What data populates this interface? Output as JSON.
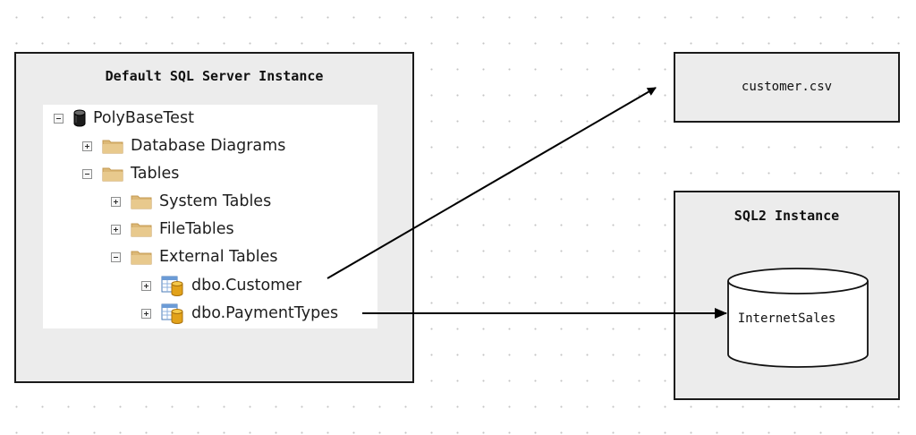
{
  "default_instance": {
    "title": "Default SQL Server Instance",
    "tree": {
      "root": "PolyBaseTest",
      "database_diagrams": "Database Diagrams",
      "tables": "Tables",
      "system_tables": "System Tables",
      "file_tables": "FileTables",
      "external_tables": "External Tables",
      "customer": "dbo.Customer",
      "payment_types": "dbo.PaymentTypes"
    }
  },
  "csv_target": {
    "label": "customer.csv"
  },
  "sql2_instance": {
    "title": "SQL2 Instance",
    "database": "InternetSales"
  }
}
